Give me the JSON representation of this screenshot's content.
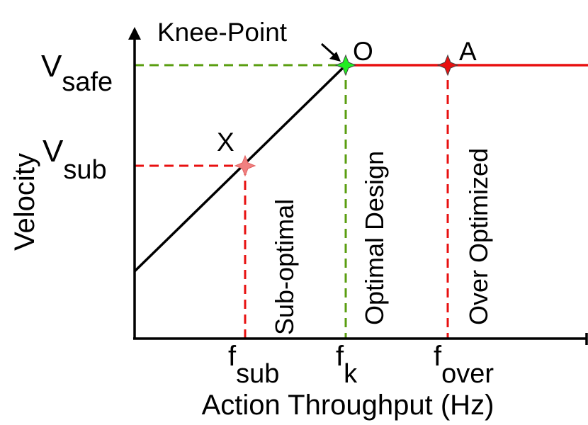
{
  "chart_data": {
    "type": "line",
    "x_axis_label": "Action Throughput (Hz)",
    "y_axis_label": "Velocity",
    "x_ticks": [
      {
        "id": "sub",
        "base": "f",
        "sub": "sub"
      },
      {
        "id": "k",
        "base": "f",
        "sub": "k"
      },
      {
        "id": "over",
        "base": "f",
        "sub": "over"
      }
    ],
    "y_ticks": [
      {
        "id": "safe",
        "base": "V",
        "sub": "safe"
      },
      {
        "id": "sub",
        "base": "V",
        "sub": "sub"
      }
    ],
    "points": [
      {
        "id": "X",
        "label": "X",
        "color": "#f08080"
      },
      {
        "id": "O",
        "label": "O",
        "color": "#22ee22"
      },
      {
        "id": "A",
        "label": "A",
        "color": "#e81010"
      }
    ],
    "annotations": {
      "knee_point": "Knee-Point",
      "sub_optimal": "Sub-optimal",
      "optimal_design": "Optimal Design",
      "over_optimized": "Over Optimized"
    },
    "colors": {
      "rising_line": "#000000",
      "plateau_line": "#e81010",
      "guide_red": "#e81010",
      "guide_green": "#5a9e10",
      "axis": "#000000"
    }
  }
}
